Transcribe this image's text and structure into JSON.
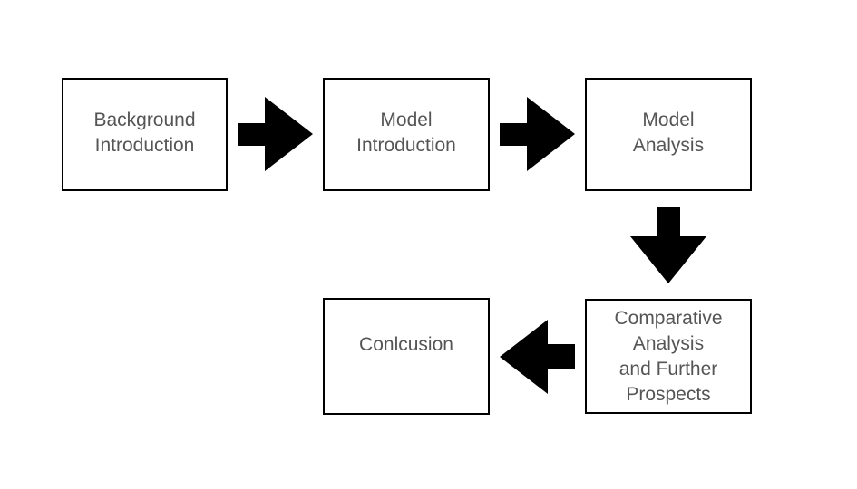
{
  "nodes": [
    {
      "id": "background-introduction",
      "lines": [
        "Background",
        "Introduction"
      ]
    },
    {
      "id": "model-introduction",
      "lines": [
        "Model",
        "Introduction"
      ]
    },
    {
      "id": "model-analysis",
      "lines": [
        "Model",
        "Analysis"
      ]
    },
    {
      "id": "comparative-analysis",
      "lines": [
        "Comparative",
        "Analysis",
        "and Further",
        "Prospects"
      ]
    },
    {
      "id": "conclusion",
      "lines": [
        "Conlcusion"
      ]
    }
  ],
  "edges": [
    {
      "from": "background-introduction",
      "to": "model-introduction",
      "direction": "right"
    },
    {
      "from": "model-introduction",
      "to": "model-analysis",
      "direction": "right"
    },
    {
      "from": "model-analysis",
      "to": "comparative-analysis",
      "direction": "down"
    },
    {
      "from": "comparative-analysis",
      "to": "conclusion",
      "direction": "left"
    }
  ],
  "colors": {
    "border": "#000000",
    "text": "#555555",
    "arrow": "#000000"
  }
}
